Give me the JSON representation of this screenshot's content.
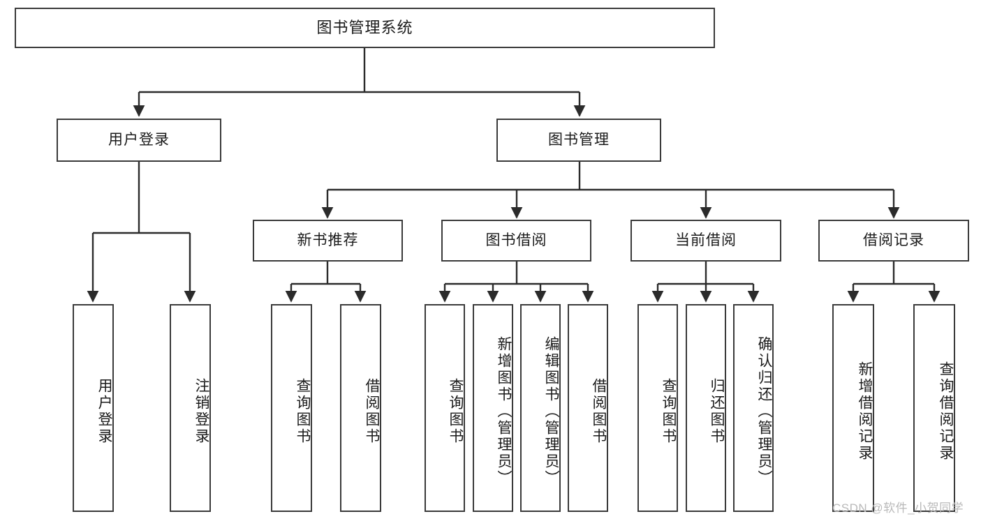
{
  "diagram": {
    "title": "图书管理系统",
    "type": "functional-structure-tree",
    "watermark": "CSDN @软件_小贺同学",
    "colors": {
      "box_border": "#3a3a3a",
      "box_fill": "#ffffff",
      "edge": "#2b2b2b",
      "text": "#1a1a1a",
      "watermark": "#b9b9b9",
      "background": "#ffffff"
    },
    "nodes": {
      "root": {
        "label": "图书管理系统"
      },
      "level2": [
        {
          "id": "user-login",
          "label": "用户登录"
        },
        {
          "id": "book-manage",
          "label": "图书管理"
        }
      ],
      "level3": [
        {
          "id": "new-book-recommend",
          "label": "新书推荐"
        },
        {
          "id": "book-borrow",
          "label": "图书借阅"
        },
        {
          "id": "current-borrow",
          "label": "当前借阅"
        },
        {
          "id": "borrow-record",
          "label": "借阅记录"
        }
      ],
      "leaves": {
        "user_login": [
          {
            "id": "leaf-user-login",
            "label": "用户登录"
          },
          {
            "id": "leaf-logout-login",
            "label": "注销登录"
          }
        ],
        "new_book_recommend": [
          {
            "id": "leaf-query-book-1",
            "label": "查询图书"
          },
          {
            "id": "leaf-borrow-book-1",
            "label": "借阅图书"
          }
        ],
        "book_borrow": [
          {
            "id": "leaf-query-book-2",
            "label": "查询图书"
          },
          {
            "id": "leaf-add-book",
            "label": "新增图书（管理员）"
          },
          {
            "id": "leaf-edit-book",
            "label": "编辑图书（管理员）"
          },
          {
            "id": "leaf-borrow-book-2",
            "label": "借阅图书"
          }
        ],
        "current_borrow": [
          {
            "id": "leaf-query-book-3",
            "label": "查询图书"
          },
          {
            "id": "leaf-return-book",
            "label": "归还图书"
          },
          {
            "id": "leaf-confirm-return",
            "label": "确认归还（管理员）"
          }
        ],
        "borrow_record": [
          {
            "id": "leaf-add-record",
            "label": "新增借阅记录"
          },
          {
            "id": "leaf-query-record",
            "label": "查询借阅记录"
          }
        ]
      }
    }
  }
}
